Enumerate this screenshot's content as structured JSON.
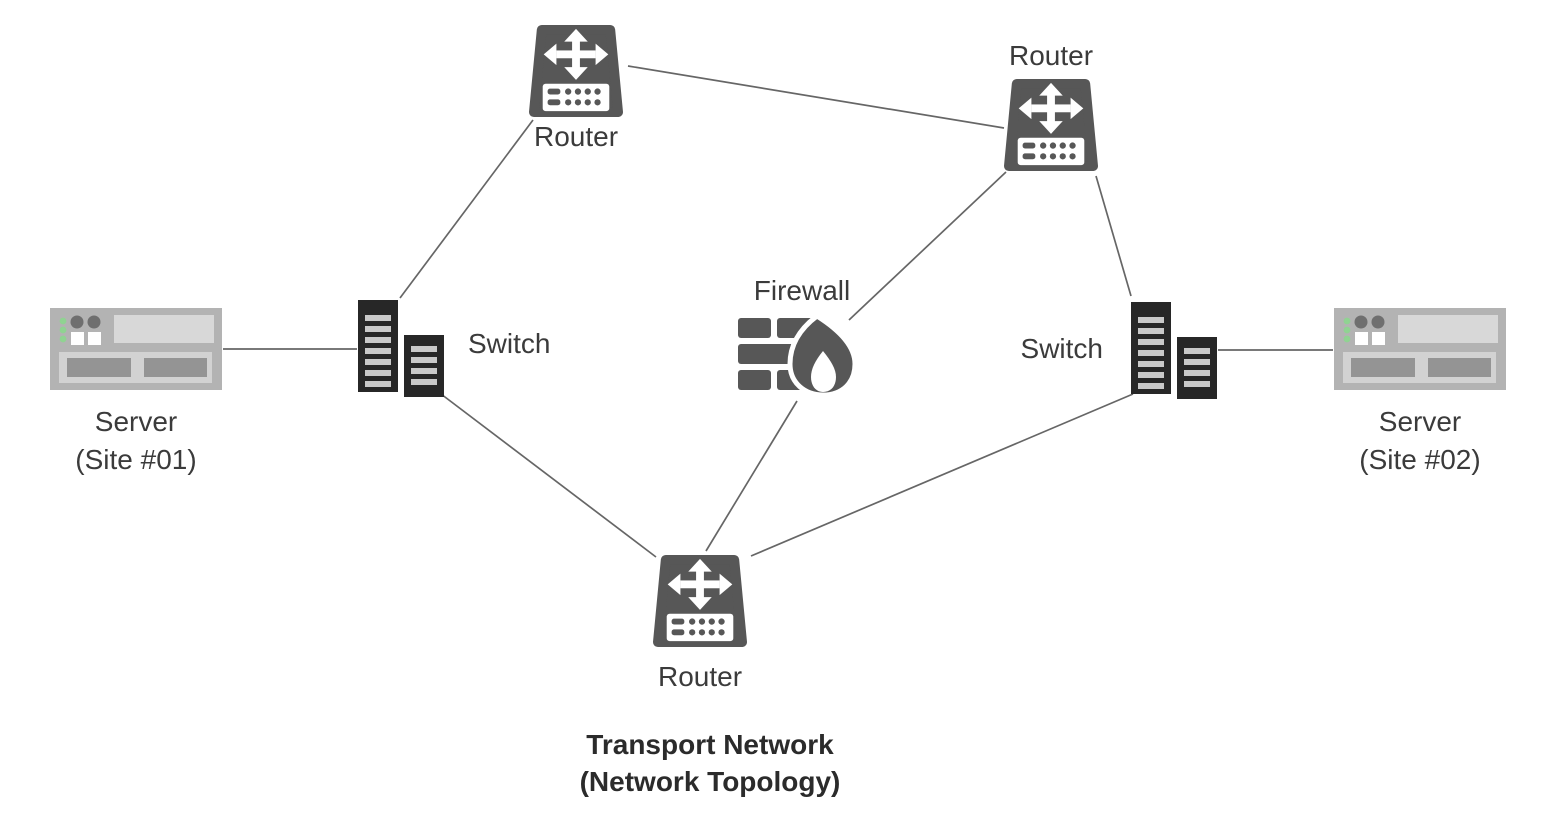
{
  "diagram": {
    "title": {
      "line1": "Transport Network",
      "line2": "(Network Topology)"
    },
    "nodes": [
      {
        "id": "router-top-left",
        "type": "router",
        "label": "Router"
      },
      {
        "id": "router-top-right",
        "type": "router",
        "label": "Router"
      },
      {
        "id": "router-bottom",
        "type": "router",
        "label": "Router"
      },
      {
        "id": "switch-left",
        "type": "switch",
        "label": "Switch"
      },
      {
        "id": "switch-right",
        "type": "switch",
        "label": "Switch"
      },
      {
        "id": "firewall",
        "type": "firewall",
        "label": "Firewall"
      },
      {
        "id": "server-site-01",
        "type": "server",
        "label": "Server",
        "sublabel": "(Site #01)"
      },
      {
        "id": "server-site-02",
        "type": "server",
        "label": "Server",
        "sublabel": "(Site #02)"
      }
    ],
    "edges": [
      {
        "from": "server-site-01",
        "to": "switch-left"
      },
      {
        "from": "switch-left",
        "to": "router-top-left"
      },
      {
        "from": "router-top-left",
        "to": "router-top-right"
      },
      {
        "from": "router-top-right",
        "to": "firewall"
      },
      {
        "from": "router-top-right",
        "to": "switch-right"
      },
      {
        "from": "switch-right",
        "to": "server-site-02"
      },
      {
        "from": "switch-left",
        "to": "router-bottom"
      },
      {
        "from": "firewall",
        "to": "router-bottom"
      },
      {
        "from": "router-bottom",
        "to": "switch-right"
      }
    ],
    "colors": {
      "line": "#666666",
      "icon_dark": "#575757",
      "switch_dark": "#272727",
      "slat_light": "#c9c9c9",
      "server_body": "#b3b3b3",
      "server_panel": "#d8d8d8",
      "server_inner": "#949494",
      "led_green": "#90d392",
      "label_text": "#3b3b3b",
      "title_text": "#2b2b2b"
    }
  }
}
